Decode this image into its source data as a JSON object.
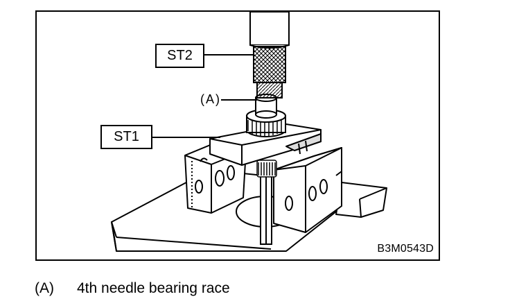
{
  "figure": {
    "id_code": "B3M0543D",
    "callouts": {
      "st2": "ST2",
      "st1": "ST1",
      "a": "(A)"
    }
  },
  "caption": {
    "label": "(A)",
    "text": "4th needle bearing race"
  }
}
